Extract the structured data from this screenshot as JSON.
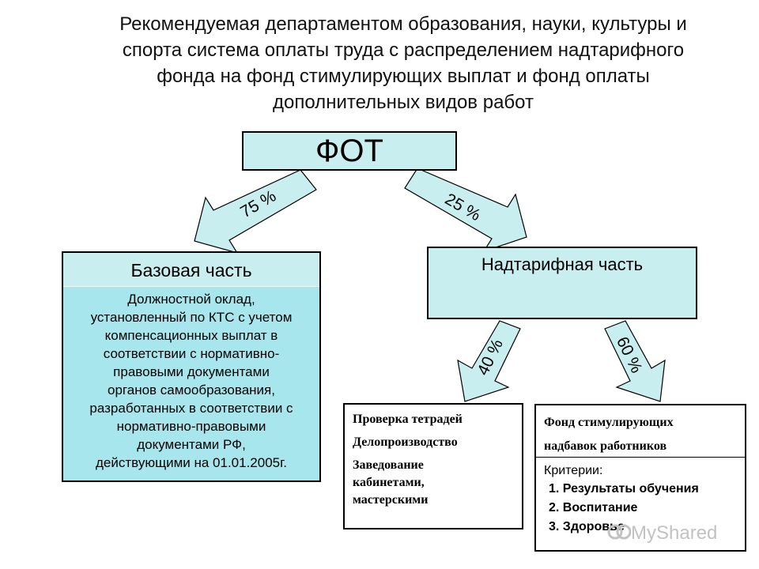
{
  "title": {
    "line1": "Рекомендуемая департаментом образования, науки, культуры и",
    "line2": "спорта система оплаты труда с распределением надтарифного",
    "line3": "фонда на фонд стимулирующих выплат и фонд оплаты",
    "line4": "дополнительных видов работ"
  },
  "fot": {
    "label": "ФОТ"
  },
  "arrows": {
    "left": "75 %",
    "right": "25 %",
    "lower_left": "40 %",
    "lower_right": "60 %"
  },
  "base": {
    "heading": "Базовая часть",
    "lines": [
      "Должностной оклад,",
      "установленный по КТС с учетом",
      "компенсационных выплат в",
      "соответствии с нормативно-",
      "правовыми документами",
      "органов самообразования,",
      "разработанных в соответствии с",
      "нормативно-правовыми",
      "документами РФ,",
      "действующими на 01.01.2005г."
    ]
  },
  "over": {
    "heading": "Надтарифная часть"
  },
  "check": {
    "line1": "Проверка тетрадей",
    "line2": "Делопроизводство",
    "line3a": "Заведование",
    "line3b": "кабинетами,",
    "line3c": "мастерскими"
  },
  "fund": {
    "heading1": "Фонд стимулирующих",
    "heading2": "надбавок работников",
    "criteria_label": "Критерии:",
    "items": [
      "1. Результаты обучения",
      "2. Воспитание",
      "3. Здоровье"
    ]
  },
  "watermark": {
    "text": "MyShared"
  },
  "colors": {
    "box_light": "#c9eef0",
    "box_dark": "#a6e6ec",
    "arrow_fill": "#c9eef0"
  }
}
